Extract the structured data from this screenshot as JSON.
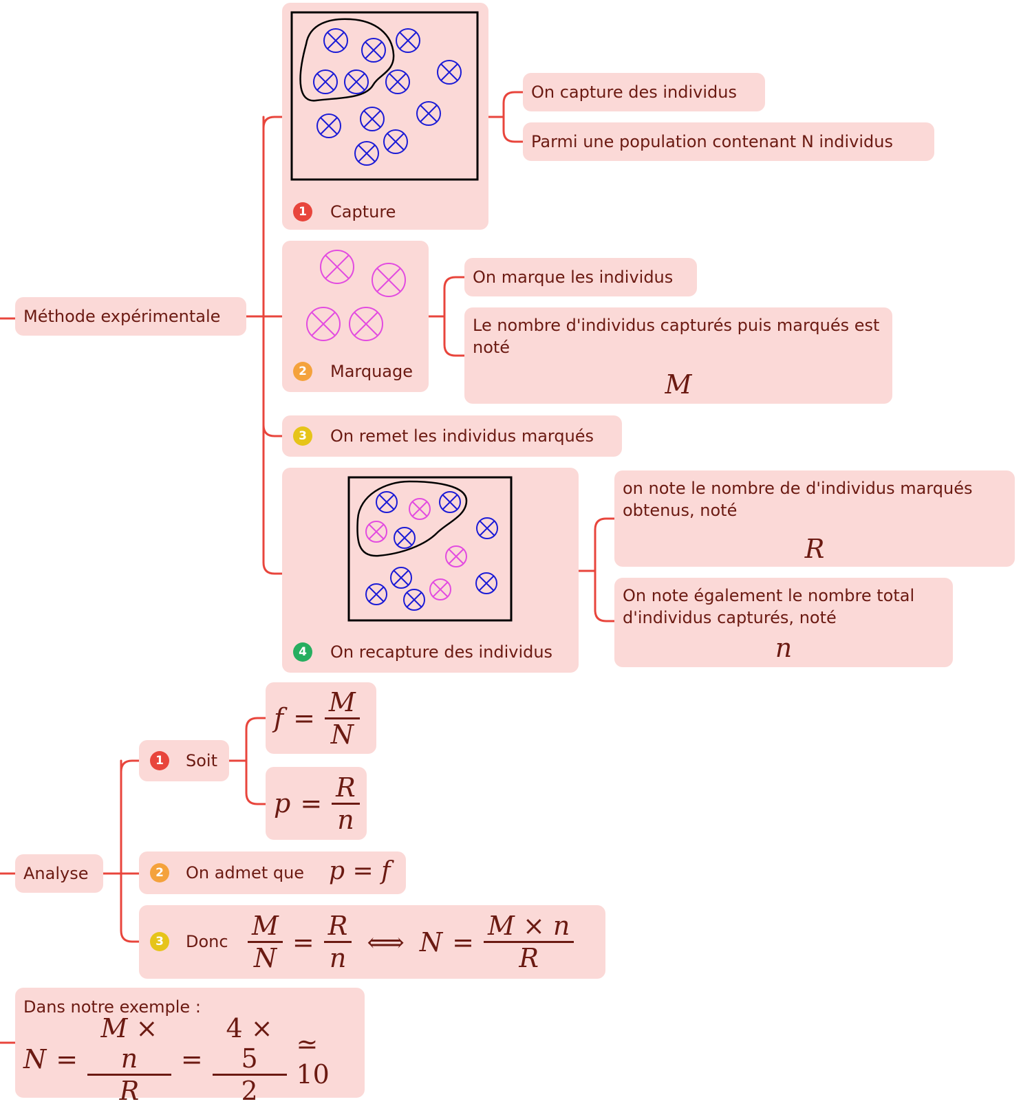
{
  "colors": {
    "node_bg": "#fbd9d7",
    "link": "#e8453c",
    "text": "#6b1a12",
    "badge_1": "#e8453c",
    "badge_2": "#f4a23c",
    "badge_3": "#e6c419",
    "badge_4": "#27ae60",
    "unmarked_symbol": "#1a1ad6",
    "marked_symbol": "#e24be0"
  },
  "methode": {
    "label": "Méthode expérimentale",
    "step1": {
      "badge": "1",
      "label": "Capture",
      "details": [
        "On capture des individus",
        "Parmi une population contenant N individus"
      ]
    },
    "step2": {
      "badge": "2",
      "label": "Marquage",
      "detail1": "On marque les individus",
      "detail2": "Le nombre d'individus capturés puis marqués est noté",
      "detail2_var": "M"
    },
    "step3": {
      "badge": "3",
      "label": "On remet les individus marqués"
    },
    "step4": {
      "badge": "4",
      "label": "On recapture des individus",
      "detail1": "on note le nombre de d'individus marqués obtenus, noté",
      "detail1_var": "R",
      "detail2": "On note également le nombre total d'individus capturés, noté",
      "detail2_var": "n"
    }
  },
  "analyse": {
    "label": "Analyse",
    "soit": {
      "badge": "1",
      "label": "Soit",
      "f_lhs": "f",
      "f_num": "M",
      "f_den": "N",
      "p_lhs": "p",
      "p_num": "R",
      "p_den": "n"
    },
    "admet": {
      "badge": "2",
      "label": "On admet que",
      "formula": "p = f"
    },
    "donc": {
      "badge": "3",
      "label": "Donc",
      "frac1_num": "M",
      "frac1_den": "N",
      "frac2_num": "R",
      "frac2_den": "n",
      "equiv": "⟺",
      "lhs": "N",
      "frac3_num": "M × n",
      "frac3_den": "R"
    }
  },
  "exemple": {
    "label": "Dans notre exemple :",
    "lhs": "N",
    "frac1_num": "M × n",
    "frac1_den": "R",
    "frac2_num": "4 × 5",
    "frac2_den": "2",
    "result": "≃ 10"
  }
}
